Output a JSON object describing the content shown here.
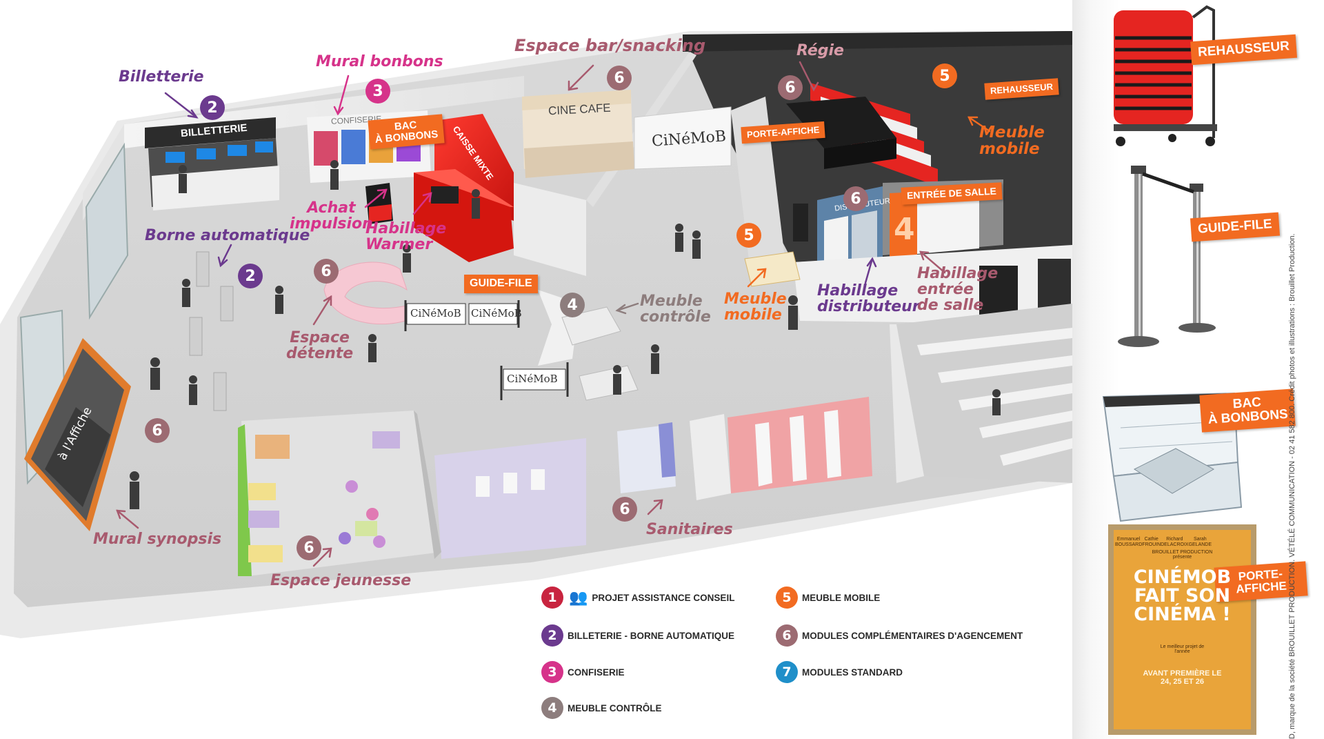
{
  "colors": {
    "c1": "#c8243f",
    "c2": "#6b3a8e",
    "c3": "#d6338a",
    "c4": "#8d7d7d",
    "c5": "#f26b21",
    "c6": "#9c6b72",
    "c7": "#1f8fc9",
    "accent_red": "#e52521",
    "orange": "#f26b21"
  },
  "areas": {
    "billetterie": "Billetterie",
    "mural_bonbons": "Mural bonbons",
    "espace_bar": "Espace bar/snacking",
    "regie": "Régie",
    "meuble_mobile_top_line1": "Meuble",
    "meuble_mobile_top_line2": "mobile",
    "achat_line1": "Achat",
    "achat_line2": "impulsion",
    "habillage_warmer_line1": "Habillage",
    "habillage_warmer_line2": "Warmer",
    "borne": "Borne automatique",
    "espace_detente_line1": "Espace",
    "espace_detente_line2": "détente",
    "meuble_controle_line1": "Meuble",
    "meuble_controle_line2": "contrôle",
    "meuble_mobile_mid_line1": "Meuble",
    "meuble_mobile_mid_line2": "mobile",
    "habillage_distributeur_line1": "Habillage",
    "habillage_distributeur_line2": "distributeur",
    "habillage_entree_line1": "Habillage",
    "habillage_entree_line2": "entrée",
    "habillage_entree_line3": "de salle",
    "mural_synopsis": "Mural synopsis",
    "sanitaires": "Sanitaires",
    "espace_jeunesse": "Espace jeunesse"
  },
  "tags": {
    "bac_line1": "BAC",
    "bac_line2": "À BONBONS",
    "guide_file": "GUIDE-FILE",
    "porte_affiche": "PORTE-AFFICHE",
    "rehausseur": "REHAUSSEUR",
    "entree_de_salle": "ENTRÉE DE SALLE"
  },
  "signs": {
    "billetterie_sign": "BILLETTERIE",
    "confiserie_sign": "CONFISERIE",
    "cine_cafe": "CINE CAFE",
    "caisse_mixte": "CAISSE MIXTE",
    "cinemob": "CiNéMoB",
    "distributeur": "DISTRIBUTEUR",
    "a_l_affiche": "à l'Affiche",
    "big4": "4"
  },
  "badges": {
    "b2": "2",
    "b3": "3",
    "b4": "4",
    "b5": "5",
    "b6": "6"
  },
  "legend": [
    {
      "num": "1",
      "text": "PROJET ASSISTANCE CONSEIL",
      "color": "#c8243f"
    },
    {
      "num": "2",
      "text": "BILLETERIE - BORNE AUTOMATIQUE",
      "color": "#6b3a8e"
    },
    {
      "num": "3",
      "text": "CONFISERIE",
      "color": "#d6338a"
    },
    {
      "num": "4",
      "text": "MEUBLE CONTRÔLE",
      "color": "#8d7d7d"
    },
    {
      "num": "5",
      "text": "MEUBLE MOBILE",
      "color": "#f26b21"
    },
    {
      "num": "6",
      "text": "MODULES COMPLÉMENTAIRES D'AGENCEMENT",
      "color": "#9c6b72"
    },
    {
      "num": "7",
      "text": "MODULES STANDARD",
      "color": "#1f8fc9"
    }
  ],
  "sidebar": {
    "rehausseur": "REHAUSSEUR",
    "guide_file": "GUIDE-FILE",
    "bac_line1": "BAC",
    "bac_line2": "À BONBONS",
    "porte_affiche": "PORTE-AFFICHE",
    "poster": {
      "actors": [
        "Emmanuel BOUSSARD",
        "Cathie FROUIN",
        "Richard DELACROIX",
        "Sarah GELANDE"
      ],
      "producer": "BROUILLET PRODUCTION",
      "presents": "présente",
      "title_line1": "CINÉMOB",
      "title_line2": "FAIT SON",
      "title_line3": "CINÉMA !",
      "award": "Le meilleur projet de l'année",
      "premiere_line1": "AVANT PREMIÈRE LE",
      "premiere_line2": "24, 25 ET 26"
    }
  },
  "credit": "D, marque de la société BROUILLET PRODUCTION. VÉTÉLÉ COMMUNICATION - 02 41 582 800. Crédit photos et illustrations : Brouillet Production."
}
